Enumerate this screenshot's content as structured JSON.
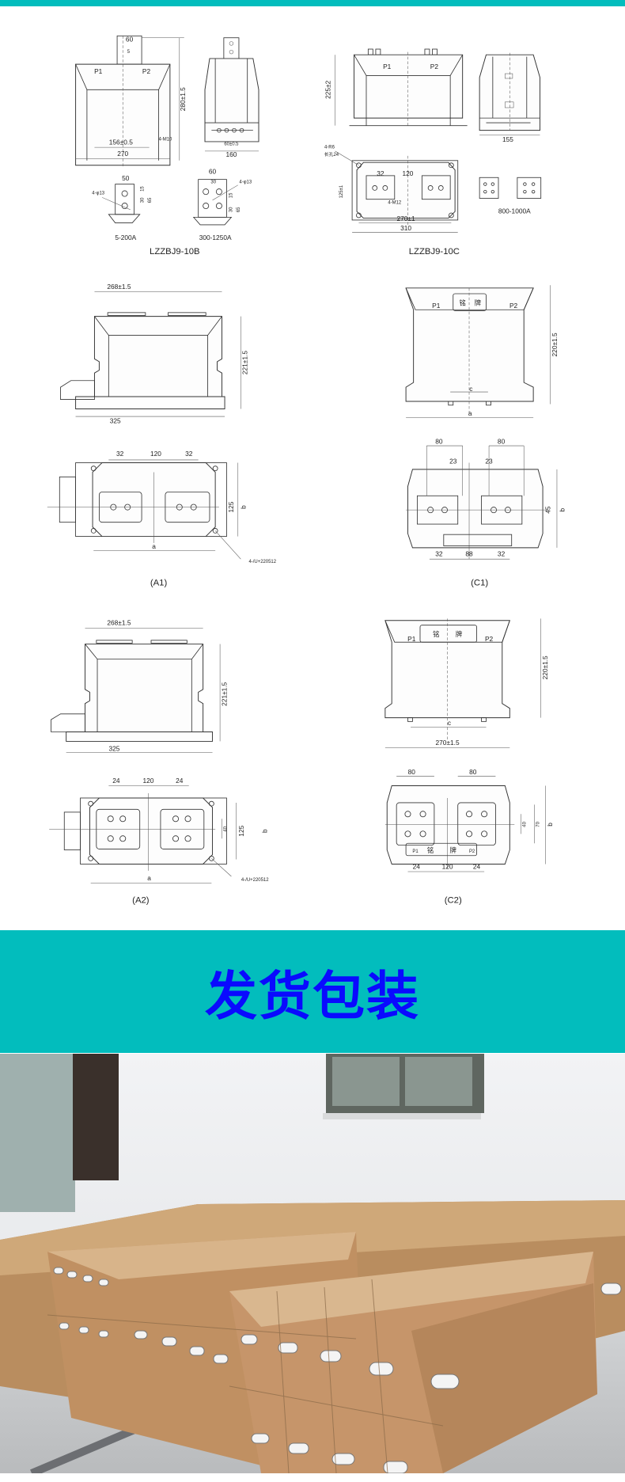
{
  "colors": {
    "accent": "#02bdbd",
    "title": "#0a0aff"
  },
  "lzzbj10b": {
    "caption": "LZZBJ9-10B",
    "p1": "P1",
    "p2": "P2",
    "dim_60": "60",
    "dim_5": "5",
    "dim_height": "280±1.5",
    "dim_156": "156±0.5",
    "dim_270": "270",
    "dim_m10": "4-M10",
    "dim_side_60": "60±0.5",
    "dim_160": "160",
    "small1": {
      "caption": "5-200A",
      "dim_50": "50",
      "holes": "4-φ13",
      "d30": "30",
      "d15": "15",
      "d65": "65"
    },
    "small2": {
      "caption": "300-1250A",
      "dim_60": "60",
      "dim_30": "30",
      "holes": "4-φ13",
      "d30": "30",
      "d15": "15",
      "d65": "65"
    }
  },
  "lzzbj10c": {
    "caption": "LZZBJ9-10C",
    "p1": "P1",
    "p2": "P2",
    "dim_height": "225±2",
    "dim_155": "155",
    "r6": "4-R6",
    "slot": "长孔24",
    "dim_32": "32",
    "dim_120": "120",
    "dim_125": "125±1",
    "m12": "4-M12",
    "dim_270": "270±1",
    "dim_310": "310",
    "small_caption": "800-1000A"
  },
  "a1": {
    "caption": "(A1)",
    "width": "268±1.5",
    "height": "221±1.5",
    "base": "325",
    "d32a": "32",
    "d120": "120",
    "d32b": "32",
    "d125": "125",
    "b": "b",
    "a": "a",
    "holes": "4-/U+220512"
  },
  "c1": {
    "caption": "(C1)",
    "p1": "P1",
    "p2": "P2",
    "plate1": "铭",
    "plate2": "牌",
    "height": "220±1.5",
    "c": "c",
    "a": "a",
    "d80a": "80",
    "d80b": "80",
    "d23a": "23",
    "d23b": "23",
    "d45": "45",
    "b": "b",
    "d32a": "32",
    "d88": "88",
    "d32b": "32"
  },
  "a2": {
    "caption": "(A2)",
    "width": "268±1.5",
    "height": "221±1.5",
    "base": "325",
    "d24a": "24",
    "d120": "120",
    "d24b": "24",
    "d40": "40",
    "d125": "125",
    "b": "b",
    "a": "a",
    "holes": "4-/U+220512"
  },
  "c2": {
    "caption": "(C2)",
    "p1": "P1",
    "p2": "P2",
    "plate1": "铭",
    "plate2": "牌",
    "height": "220±1.5",
    "c": "c",
    "width": "270±1.5",
    "d80a": "80",
    "d80b": "80",
    "d40": "40",
    "d70": "70",
    "b": "b",
    "d24a": "24",
    "d120": "120",
    "d24b": "24"
  },
  "banner": {
    "title": "发货包装"
  }
}
